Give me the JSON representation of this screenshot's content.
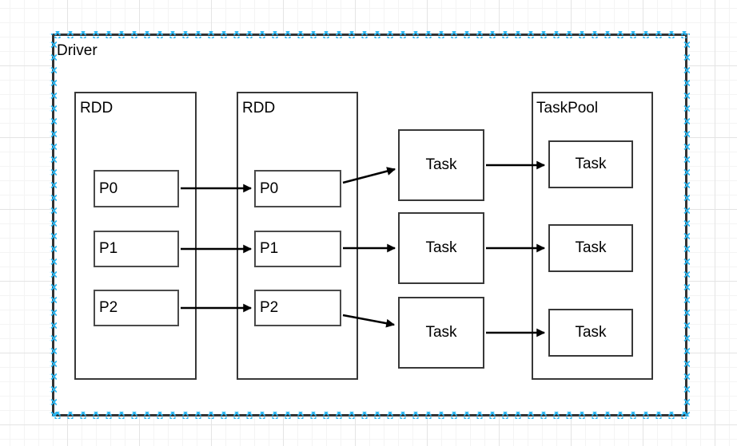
{
  "diagram": {
    "driver": {
      "label": "Driver"
    },
    "rdds": [
      {
        "label": "RDD",
        "partitions": [
          "P0",
          "P1",
          "P2"
        ]
      },
      {
        "label": "RDD",
        "partitions": [
          "P0",
          "P1",
          "P2"
        ]
      }
    ],
    "stage_tasks": [
      "Task",
      "Task",
      "Task"
    ],
    "taskpool": {
      "label": "TaskPool",
      "tasks": [
        "Task",
        "Task",
        "Task"
      ]
    },
    "edges": [
      "rdd1.P0 -> rdd2.P0",
      "rdd1.P1 -> rdd2.P1",
      "rdd1.P2 -> rdd2.P2",
      "rdd2.P0 -> task1",
      "rdd2.P1 -> task2",
      "rdd2.P2 -> task3",
      "task1 -> taskpool.task1",
      "task2 -> taskpool.task2",
      "task3 -> taskpool.task3"
    ]
  },
  "colors": {
    "shape_border": "#383838",
    "selection_marks": "#29b6f2",
    "arrow": "#000000",
    "text": "#000000",
    "grid_minor": "#f4f4f4",
    "grid_major": "#e4e4e4",
    "canvas_background": "#ffffff"
  }
}
